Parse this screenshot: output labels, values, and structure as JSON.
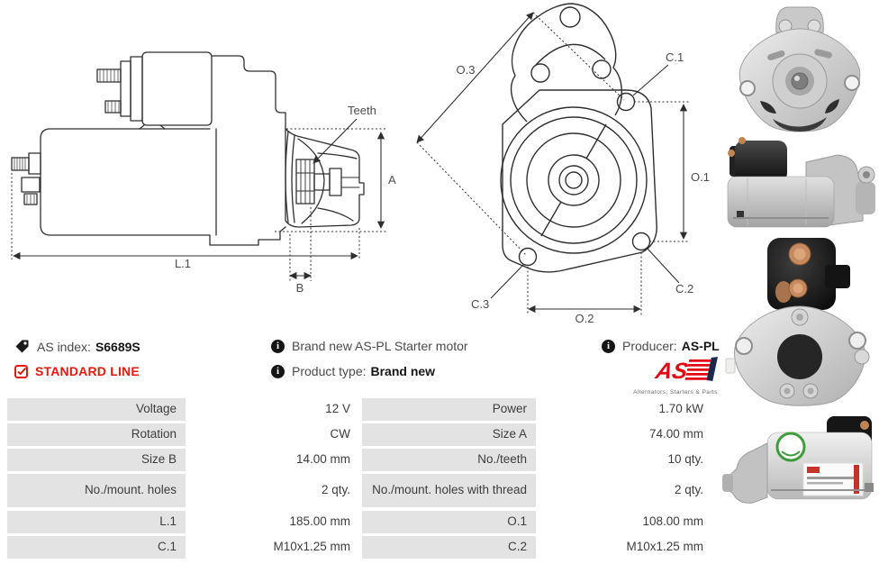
{
  "product": {
    "as_index_label": "AS index:",
    "as_index_value": "S6689S",
    "standard_line_label": "STANDARD LINE",
    "brand_new_text": "Brand new AS-PL Starter motor",
    "product_type_label": "Product type:",
    "product_type_value": "Brand new",
    "producer_label": "Producer:",
    "producer_value": "AS-PL"
  },
  "logo": {
    "text": "AS",
    "tagline": "Alternators, Starters & Parts"
  },
  "icons": {
    "tag": "tag-icon",
    "checkbox": "checked-checkbox-icon",
    "info": "info-icon",
    "info_glyph": "i"
  },
  "colors": {
    "accent_red": "#e8190c",
    "logo_red": "#e30613",
    "logo_navy": "#1b2a4a",
    "table_label_bg": "#e3e3e3",
    "drawing_line": "#2f2f2f",
    "text": "#3d3d3d"
  },
  "diagrams": {
    "side_view": {
      "labels": {
        "teeth": "Teeth",
        "a": "A",
        "l1": "L.1",
        "b": "B"
      }
    },
    "front_view": {
      "labels": {
        "o3": "O.3",
        "c1": "C.1",
        "o1": "O.1",
        "c2": "C.2",
        "c3": "C.3",
        "o2": "O.2"
      }
    }
  },
  "spec_table": {
    "rows": [
      {
        "label_left": "Voltage",
        "value_left": "12 V",
        "label_right": "Power",
        "value_right": "1.70 kW"
      },
      {
        "label_left": "Rotation",
        "value_left": "CW",
        "label_right": "Size A",
        "value_right": "74.00 mm"
      },
      {
        "label_left": "Size B",
        "value_left": "14.00 mm",
        "label_right": "No./teeth",
        "value_right": "10 qty."
      },
      {
        "label_left": "No./mount. holes",
        "value_left": "2 qty.",
        "label_right": "No./mount. holes with thread",
        "value_right": "2 qty."
      },
      {
        "label_left": "L.1",
        "value_left": "185.00 mm",
        "label_right": "O.1",
        "value_right": "108.00 mm"
      },
      {
        "label_left": "C.1",
        "value_left": "M10x1.25 mm",
        "label_right": "C.2",
        "value_right": "M10x1.25 mm"
      }
    ]
  },
  "photos": {
    "front_view": "starter motor front view photo",
    "side_view_right": "starter motor side view photo",
    "solenoid_rear_view": "starter motor rear solenoid view photo",
    "side_view_left": "starter motor side view with label photo"
  }
}
